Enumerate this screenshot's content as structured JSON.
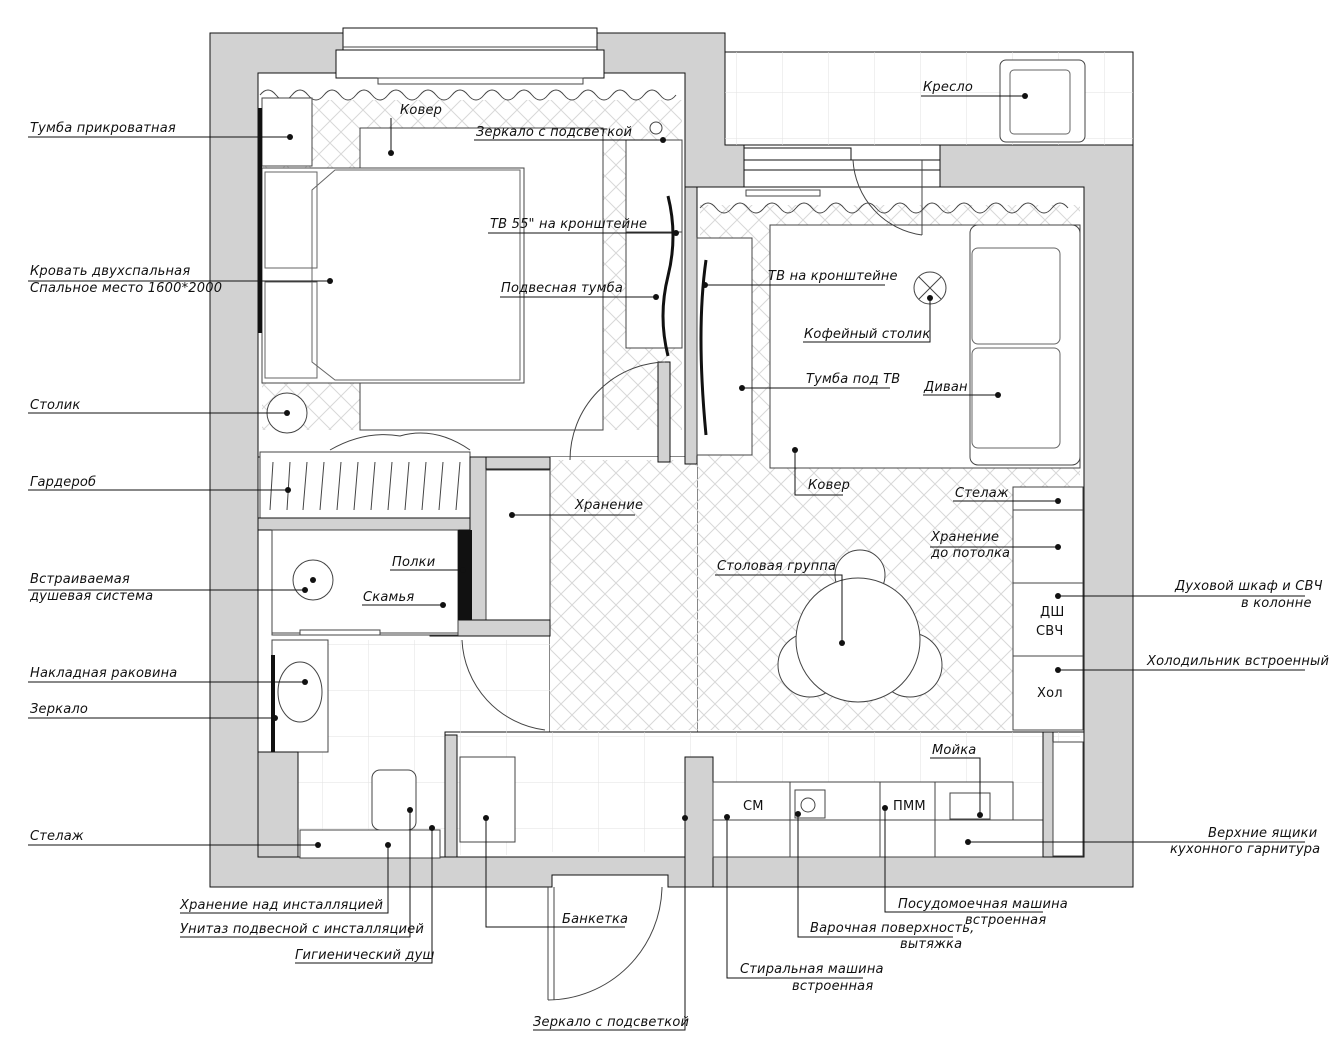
{
  "labels": {
    "bedside_table": "Тумба прикроватная",
    "double_bed_1": "Кровать двухспальная",
    "double_bed_2": "Спальное место 1600*2000",
    "side_table": "Столик",
    "wardrobe": "Гардероб",
    "shower_1": "Встраиваемая",
    "shower_2": "душевая система",
    "sink_countertop": "Накладная раковина",
    "mirror": "Зеркало",
    "rack_bath": "Стелаж",
    "storage_install": "Хранение над инсталляцией",
    "wc": "Унитаз подвесной с инсталляцией",
    "hyg_shower": "Гигиенический душ",
    "bench_hall": "Банкетка",
    "mirror_lit_bottom": "Зеркало с подсветкой",
    "washer_1": "Стиральная машина",
    "washer_2": "встроенная",
    "hob_1": "Варочная поверхность,",
    "hob_2": "вытяжка",
    "dishwasher_1": "Посудомоечная машина",
    "dishwasher_2": "встроенная",
    "upper_cab_1": "Верхние ящики",
    "upper_cab_2": "кухонного гарнитура",
    "sink_kitchen": "Мойка",
    "fridge": "Холодильник встроенный",
    "oven_1": "Духовой шкаф и СВЧ",
    "oven_2": "в колонне",
    "storage_ceiling_1": "Хранение",
    "storage_ceiling_2": "до потолка",
    "rack_living": "Стелаж",
    "rug_living": "Ковер",
    "sofa": "Диван",
    "tv_stand": "Тумба под ТВ",
    "coffee_table": "Кофейный столик",
    "tv_bracket": "ТВ на кронштейне",
    "armchair": "Кресло",
    "rug_bed": "Ковер",
    "mirror_lit_top": "Зеркало с подсветкой",
    "tv55": "ТВ 55\" на кронштейне",
    "hanging_cab": "Подвесная тумба",
    "storage_hall": "Хранение",
    "dining": "Столовая группа",
    "shelves": "Полки",
    "bench_shower": "Скамья"
  },
  "tags": {
    "see": "СМ",
    "pmm": "ПММ",
    "dsh": "ДШ",
    "svch": "СВЧ",
    "hol": "Хол"
  },
  "colors": {
    "wall_fill": "#d2d2d2",
    "line": "#111111"
  }
}
